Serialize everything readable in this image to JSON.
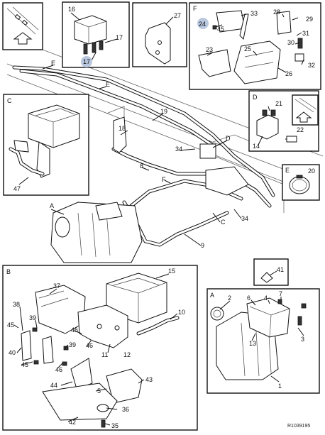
{
  "diagram": {
    "reference": "R1039195",
    "main_labels": {
      "E_top": "E",
      "E_mid": "E",
      "n19": "19",
      "n18": "18",
      "D": "D",
      "n34a": "34",
      "n8": "8",
      "F": "F",
      "A": "A",
      "C": "C",
      "n34b": "34",
      "n9": "9"
    },
    "inset_16": {
      "n16": "16",
      "n17a": "17",
      "n17b": "17"
    },
    "inset_27": {
      "n27": "27"
    },
    "inset_F": {
      "title": "F",
      "n24": "24",
      "n45": "45",
      "n33": "33",
      "n28": "28",
      "n29": "29",
      "n31": "31",
      "n30": "30",
      "n23": "23",
      "n25": "25",
      "n26": "26",
      "n32": "32"
    },
    "inset_C": {
      "title": "C",
      "n47": "47"
    },
    "inset_D": {
      "title": "D",
      "n21": "21",
      "n14": "14",
      "n22": "22"
    },
    "inset_E": {
      "title": "E",
      "n20": "20"
    },
    "inset_B": {
      "title": "B",
      "n37": "37",
      "n15": "15",
      "n38": "38",
      "n39a": "39",
      "n45a": "45",
      "n46a": "46",
      "n10": "10",
      "n40": "40",
      "n39b": "39",
      "n46b": "46",
      "n11": "11",
      "n12": "12",
      "n45b": "45",
      "n46c": "46",
      "n44": "44",
      "n5": "5",
      "n43": "43",
      "n42": "42",
      "n36": "36",
      "n35": "35"
    },
    "inset_41": {
      "n41": "41"
    },
    "inset_A": {
      "title": "A",
      "n2": "2",
      "n6": "6",
      "n4": "4",
      "n7": "7",
      "n13": "13",
      "n3": "3",
      "n1": "1"
    },
    "highlight_color": "#b9c7df"
  }
}
